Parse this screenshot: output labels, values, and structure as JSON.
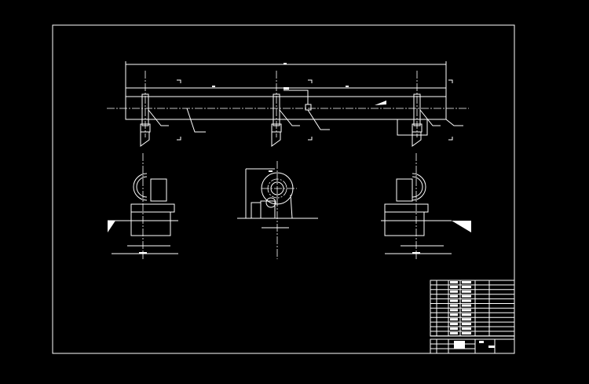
{
  "drawing": {
    "background_color": "#000000",
    "line_color": "#ffffff",
    "views": [
      "top-elevation",
      "left-support-section",
      "middle-support-section",
      "right-support-section"
    ],
    "title_block": {
      "rows": 13,
      "columns": 6
    }
  }
}
